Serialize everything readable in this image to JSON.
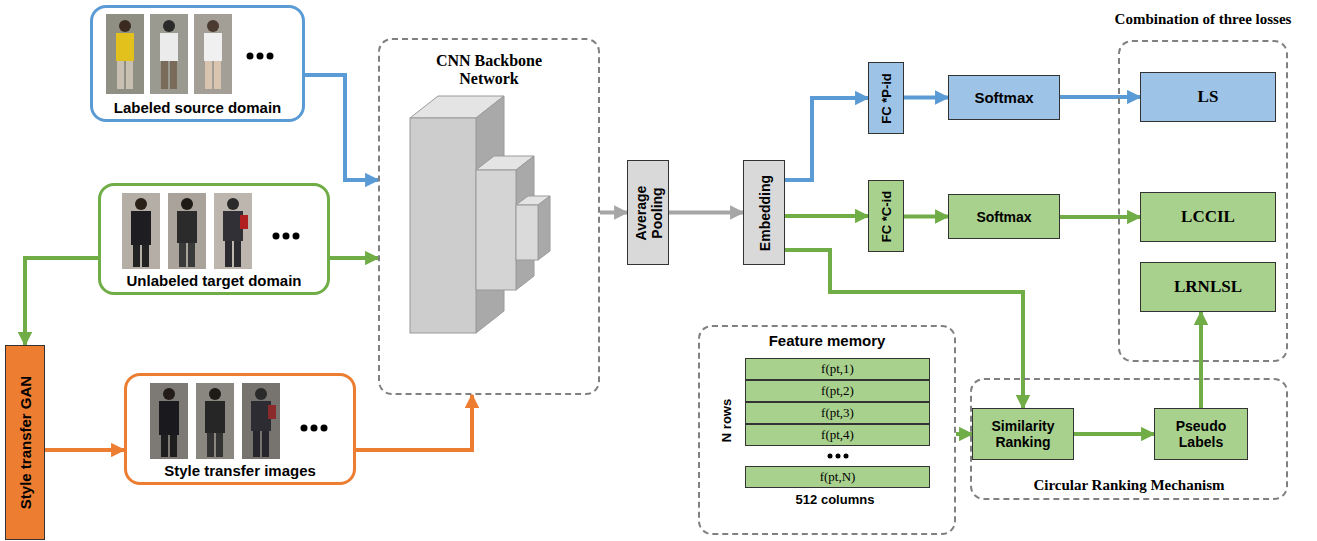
{
  "diagram": {
    "nodes": [
      {
        "text": [
          "Labeled source domain"
        ]
      },
      {
        "text": [
          "Unlabeled target domain"
        ]
      },
      {
        "text": [
          "Style transfer GAN"
        ]
      },
      {
        "text": [
          "Style transfer images"
        ]
      },
      {
        "text": [
          "CNN Backbone Network"
        ]
      },
      {
        "text": [
          "Average Pooling"
        ]
      },
      {
        "text": [
          "Embedding"
        ]
      },
      {
        "text": [
          "FC *P-id"
        ]
      },
      {
        "text": [
          "FC *C-id"
        ]
      },
      {
        "text": [
          "Softmax"
        ]
      },
      {
        "text": [
          "Softmax"
        ]
      },
      {
        "text": [
          "Combination of three losses"
        ]
      },
      {
        "text": [
          "LS"
        ],
        "in": 11
      },
      {
        "text": [
          "LCCIL"
        ],
        "in": 11
      },
      {
        "text": [
          "LRNLSL"
        ],
        "in": 11
      },
      {
        "text": [
          "Feature memory"
        ]
      },
      {
        "text": [
          "f(pt,1)"
        ],
        "in": 15
      },
      {
        "text": [
          "f(pt,2)"
        ],
        "in": 15
      },
      {
        "text": [
          "f(pt,3)"
        ],
        "in": 15
      },
      {
        "text": [
          "f(pt,4)"
        ],
        "in": 15
      },
      {
        "text": [
          "f(pt,N)"
        ],
        "in": 15
      },
      {
        "text": [
          "Circular Ranking Mechanism"
        ]
      },
      {
        "text": [
          "Similarity Ranking"
        ],
        "in": 21
      },
      {
        "text": [
          "Pseudo Labels"
        ],
        "in": 21
      }
    ],
    "edges": [
      {
        "from": 0,
        "to": 4,
        "arrow": "to"
      },
      {
        "from": 1,
        "to": 4,
        "arrow": "to"
      },
      {
        "from": 1,
        "to": 2,
        "arrow": "to"
      },
      {
        "from": 2,
        "to": 3,
        "arrow": "to"
      },
      {
        "from": 3,
        "to": 4,
        "arrow": "to"
      },
      {
        "from": 4,
        "to": 5,
        "arrow": "to"
      },
      {
        "from": 5,
        "to": 6,
        "arrow": "to"
      },
      {
        "from": 6,
        "to": 7,
        "arrow": "to"
      },
      {
        "from": 6,
        "to": 8,
        "arrow": "to"
      },
      {
        "from": 7,
        "to": 9,
        "arrow": "to"
      },
      {
        "from": 8,
        "to": 10,
        "arrow": "to"
      },
      {
        "from": 9,
        "to": 12,
        "arrow": "to"
      },
      {
        "from": 10,
        "to": 13,
        "arrow": "to"
      },
      {
        "from": 6,
        "to": 22,
        "arrow": "to"
      },
      {
        "from": 15,
        "to": 22,
        "arrow": "to"
      },
      {
        "from": 22,
        "to": 23,
        "arrow": "to"
      },
      {
        "from": 23,
        "to": 14,
        "arrow": "to"
      }
    ],
    "labels": [
      "N rows",
      "512 columns"
    ]
  }
}
